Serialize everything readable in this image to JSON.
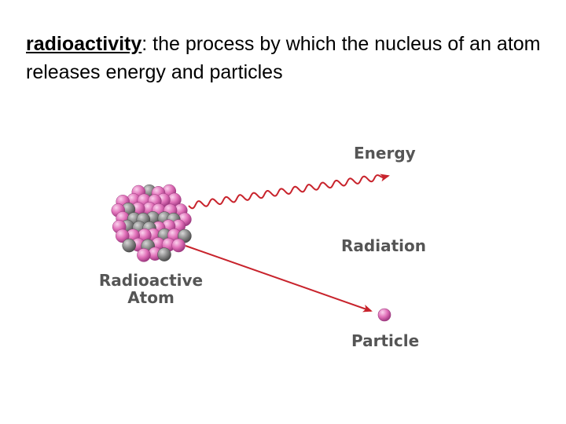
{
  "definition": {
    "term": "radioactivity",
    "text": ": the process by which the nucleus of an atom releases energy and particles"
  },
  "diagram": {
    "labels": {
      "energy": "Energy",
      "radiation": "Radiation",
      "particle": "Particle",
      "atom_line1": "Radioactive",
      "atom_line2": "Atom"
    },
    "colors": {
      "arrow": "#c8232c",
      "proton": "#e070b8",
      "neutron": "#8a8a8a",
      "particle": "#e070b8",
      "label": "#555555"
    },
    "icons": {
      "atom": "nucleus-icon",
      "energy_wave": "wavy-arrow-icon",
      "particle_path": "straight-arrow-icon",
      "particle": "particle-sphere-icon"
    }
  }
}
